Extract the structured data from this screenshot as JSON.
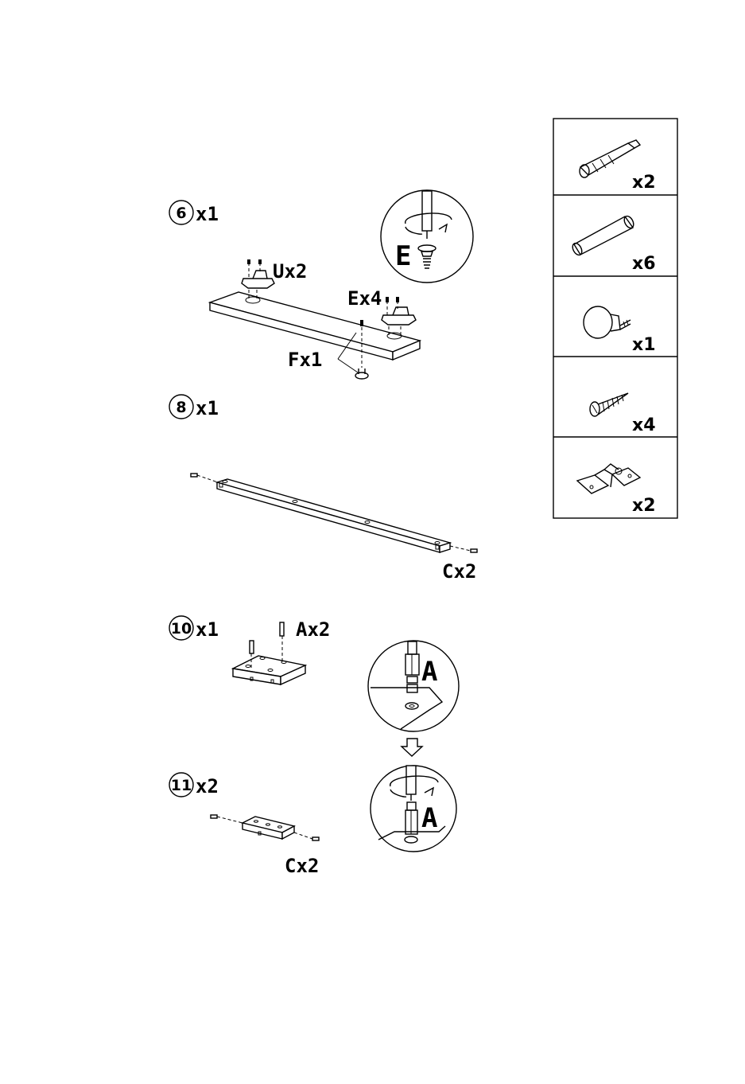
{
  "steps": [
    {
      "number": "6",
      "qty": "x1"
    },
    {
      "number": "8",
      "qty": "x1"
    },
    {
      "number": "10",
      "qty": "x1"
    },
    {
      "number": "11",
      "qty": "x2"
    }
  ],
  "callouts": {
    "step6_u": "Ux2",
    "step6_e": "Ex4",
    "step6_f": "Fx1",
    "step8_c": "Cx2",
    "step10_a": "Ax2",
    "step11_c": "Cx2"
  },
  "details": {
    "step6_detail_letter": "E",
    "step10_detail_letter_1": "A",
    "step10_detail_letter_2": "A"
  },
  "parts": [
    {
      "icon": "cam-bolt-icon",
      "qty": "x2"
    },
    {
      "icon": "wooden-dowel-icon",
      "qty": "x6"
    },
    {
      "icon": "knob-icon",
      "qty": "x1"
    },
    {
      "icon": "screw-icon",
      "qty": "x4"
    },
    {
      "icon": "hinge-icon",
      "qty": "x2"
    }
  ]
}
